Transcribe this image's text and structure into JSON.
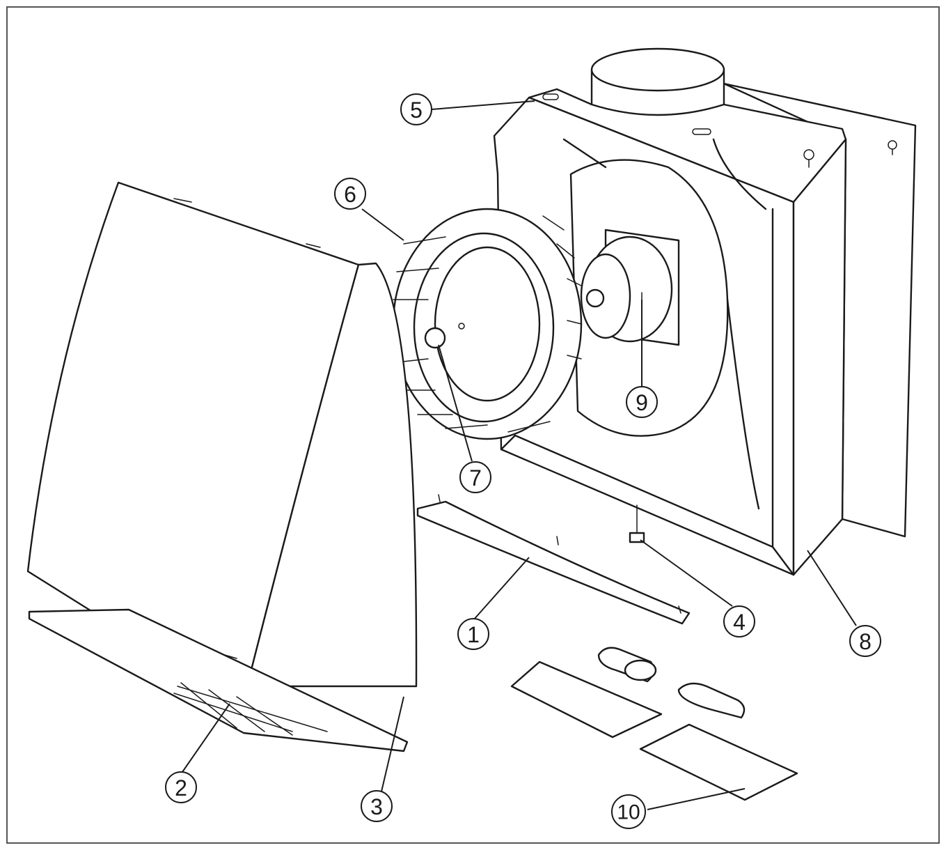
{
  "callouts": [
    {
      "id": "1",
      "label": "1",
      "part": "strip"
    },
    {
      "id": "2",
      "label": "2",
      "part": "filter"
    },
    {
      "id": "3",
      "label": "3",
      "part": "cover"
    },
    {
      "id": "4",
      "label": "4",
      "part": "screw"
    },
    {
      "id": "5",
      "label": "5",
      "part": "housing-slot"
    },
    {
      "id": "6",
      "label": "6",
      "part": "impeller"
    },
    {
      "id": "7",
      "label": "7",
      "part": "impeller-nut"
    },
    {
      "id": "8",
      "label": "8",
      "part": "housing"
    },
    {
      "id": "9",
      "label": "9",
      "part": "motor"
    },
    {
      "id": "10",
      "label": "10",
      "part": "spares"
    }
  ]
}
